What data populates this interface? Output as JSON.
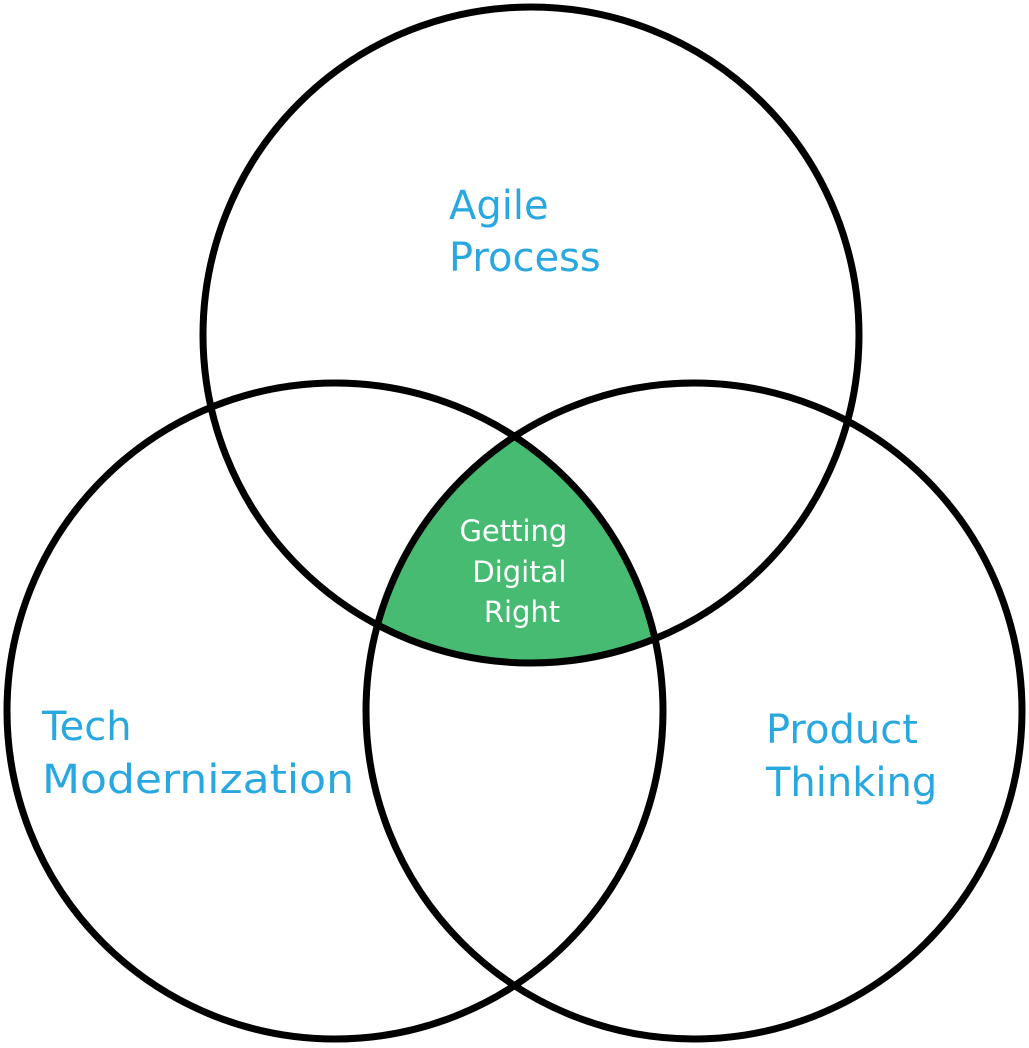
{
  "diagram": {
    "circles": [
      {
        "name": "agile-process",
        "label_lines": [
          "Agile",
          "Process"
        ]
      },
      {
        "name": "tech-modernization",
        "label_lines": [
          "Tech",
          "Modernization"
        ]
      },
      {
        "name": "product-thinking",
        "label_lines": [
          "Product",
          "Thinking"
        ]
      }
    ],
    "center_label_lines": [
      "Getting",
      "Digital",
      "Right"
    ],
    "colors": {
      "stroke": "#000000",
      "label": "#29a8e0",
      "center_fill": "#46bb71",
      "center_text": "#ffffff"
    }
  }
}
